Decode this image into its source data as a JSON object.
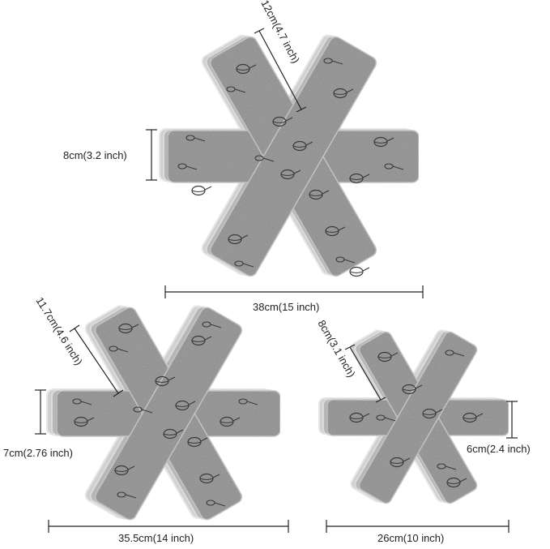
{
  "labels": {
    "large_arm_length": "12cm(4.7 inch)",
    "large_arm_width": "8cm(3.2 inch)",
    "large_diameter": "38cm(15 inch)",
    "medium_arm_length": "11.7cm(4.6 inch)",
    "medium_arm_width": "7cm(2.76 inch)",
    "medium_diameter": "35.5cm(14 inch)",
    "small_arm_length": "8cm(3.1 inch)",
    "small_arm_width": "6cm(2.4 inch)",
    "small_diameter": "26cm(10 inch)"
  },
  "colors": {
    "felt": "#9c9c9c",
    "felt_light": "#c2c2c2",
    "felt_edge": "#cfcfcf",
    "motif": "#3a3a3a",
    "dimension_line": "#222222"
  }
}
